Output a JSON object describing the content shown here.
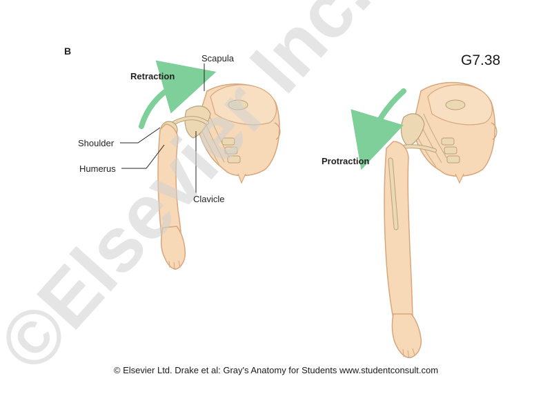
{
  "figure": {
    "panel_letter": "B",
    "figure_id": "G7.38",
    "watermark": "©Elsevier Inc.",
    "copyright": "© Elsevier Ltd. Drake et al: Gray's Anatomy for Students www.studentconsult.com"
  },
  "labels": {
    "retraction": "Retraction",
    "protraction": "Protraction",
    "scapula": "Scapula",
    "shoulder": "Shoulder",
    "humerus": "Humerus",
    "clavicle": "Clavicle"
  },
  "colors": {
    "skin": "#f7d9b7",
    "skin_outline": "#d8a57c",
    "bone": "#ecd9b4",
    "bone_outline": "#b8a07a",
    "arrow": "#7fcf9a",
    "leader": "#231f20",
    "watermark": "#d0d0d0"
  }
}
